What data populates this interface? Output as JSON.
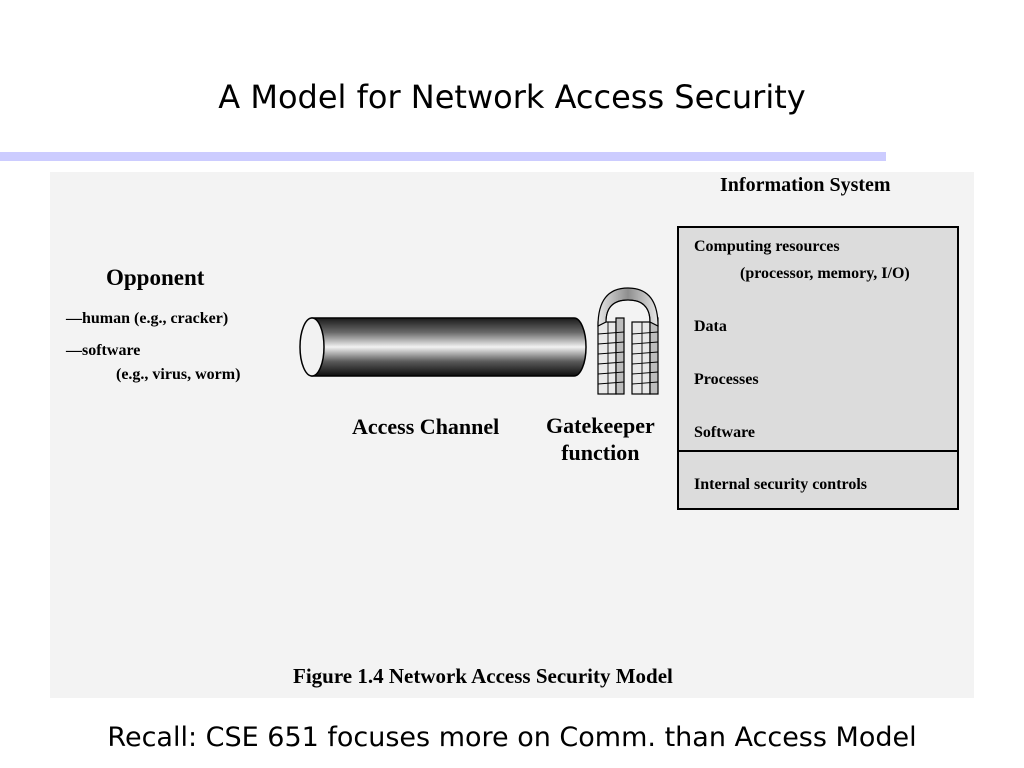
{
  "slide": {
    "title": "A Model for Network Access Security",
    "recall": "Recall: CSE 651 focuses more on Comm. than Access Model"
  },
  "figure": {
    "caption": "Figure 1.4 Network Access Security Model",
    "opponent": {
      "title": "Opponent",
      "line1": "—human (e.g., cracker)",
      "line2": "—software",
      "line3": "(e.g., virus, worm)"
    },
    "access_channel_label": "Access Channel",
    "gatekeeper_label_line1": "Gatekeeper",
    "gatekeeper_label_line2": "function",
    "info_system": {
      "title": "Information System",
      "computing": "Computing resources",
      "computing_detail": "(processor, memory, I/O)",
      "data": "Data",
      "processes": "Processes",
      "software": "Software",
      "internal": "Internal security controls"
    }
  }
}
